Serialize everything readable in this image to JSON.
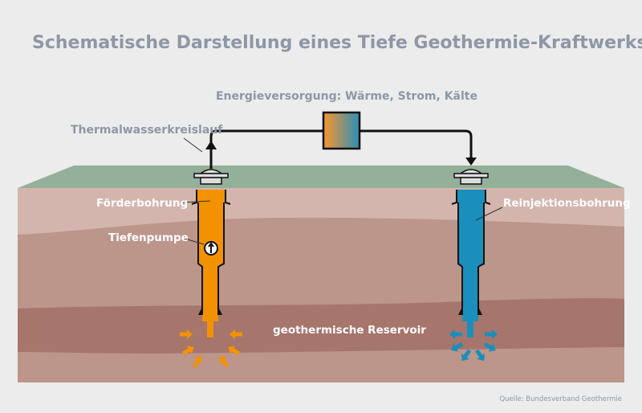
{
  "title": "Schematische Darstellung eines Tiefe Geothermie-Kraftwerks",
  "labels": {
    "energy": "Energieversorgung: Wärme, Strom, Kälte",
    "circuit": "Thermalwasserkreislauf",
    "production_well": "Förderbohrung",
    "pump": "Tiefenpumpe",
    "injection_well": "Reinjektionsbohrung",
    "reservoir": "geothermische Reservoir"
  },
  "source": "Quelle: Bundesverband Geothermie",
  "colors": {
    "hot": "#f39200",
    "cold": "#1a8fbb",
    "surface": "#93b09a",
    "layer_top": "#d4b5ae",
    "layer_mid": "#bc958b",
    "reservoir": "#a6756c"
  }
}
